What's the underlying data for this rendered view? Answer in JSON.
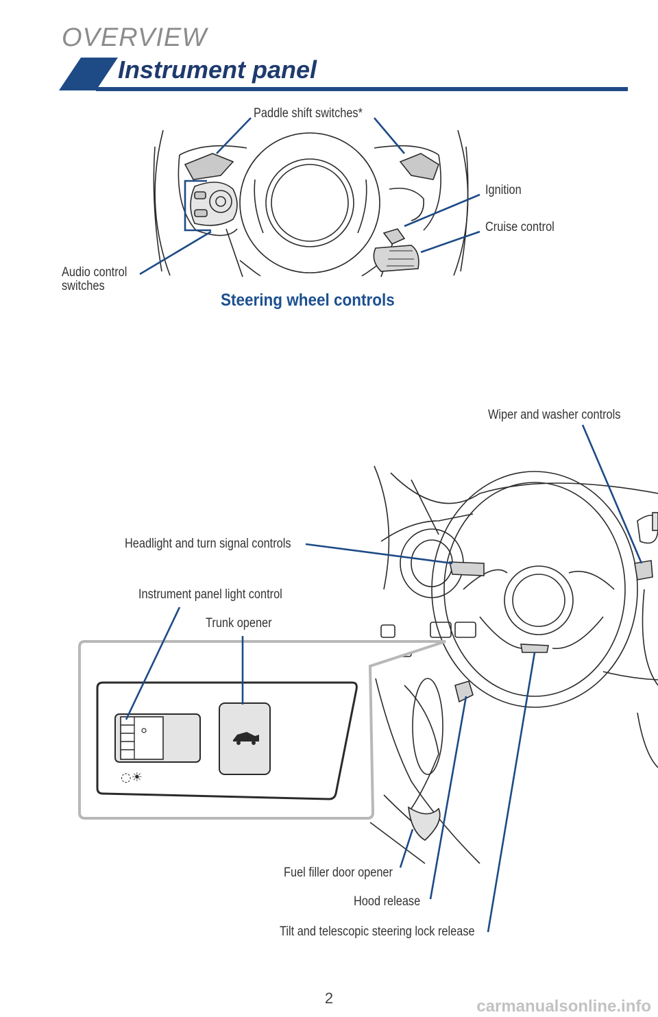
{
  "header": {
    "section": "OVERVIEW",
    "title": "Instrument panel"
  },
  "steering_wheel": {
    "caption": "Steering wheel controls",
    "labels": {
      "paddle_shift": "Paddle shift switches*",
      "ignition": "Ignition",
      "cruise_control": "Cruise control",
      "audio_line1": "Audio control",
      "audio_line2": "switches"
    }
  },
  "instrument_panel": {
    "labels": {
      "wiper": "Wiper and washer controls",
      "headlight": "Headlight and turn signal controls",
      "panel_light": "Instrument panel light control",
      "trunk": "Trunk opener",
      "fuel": "Fuel filler door opener",
      "hood": "Hood release",
      "tilt": "Tilt and telescopic steering lock release"
    }
  },
  "footer": {
    "page_number": "2",
    "watermark": "carmanualsonline.info"
  },
  "colors": {
    "leader_blue": "#1d4a86",
    "title_blue": "#1e3a6e",
    "header_bar": "#1e4a86",
    "outline": "#2a2a2a",
    "inset_border": "#b8b8b8"
  }
}
